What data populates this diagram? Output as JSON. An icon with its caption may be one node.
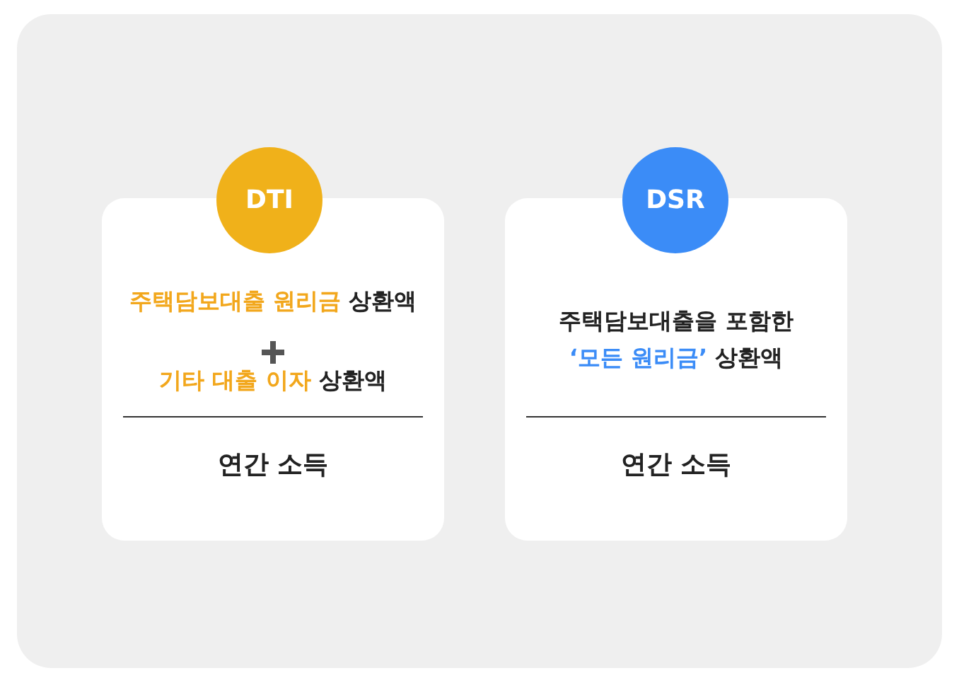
{
  "diagram": {
    "nodes": [
      {
        "text": [
          "DTI"
        ]
      },
      {
        "text": [
          "**주택담보대출 원리금** 상환액",
          "**기타 대출 이자** 상환액",
          "연간 소득"
        ]
      },
      {
        "text": [
          "DSR"
        ]
      },
      {
        "text": [
          "주택담보대출을 포함한 **‘모든 원리금’** 상환액",
          "연간 소득"
        ]
      }
    ]
  }
}
